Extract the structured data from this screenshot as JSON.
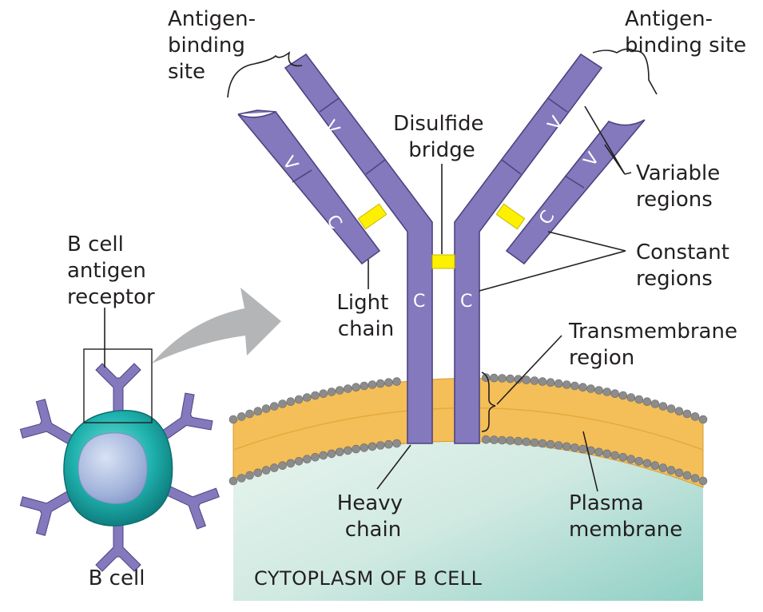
{
  "labels": {
    "antigen_binding_site_left": [
      "Antigen-",
      "binding",
      "site"
    ],
    "antigen_binding_site_right": [
      "Antigen-",
      "binding site"
    ],
    "disulfide_bridge": [
      "Disulfide",
      "bridge"
    ],
    "variable_regions": [
      "Variable",
      "regions"
    ],
    "constant_regions": [
      "Constant",
      "regions"
    ],
    "light_chain": [
      "Light",
      "chain"
    ],
    "heavy_chain": [
      "Heavy",
      "chain"
    ],
    "transmembrane_region": [
      "Transmembrane",
      "region"
    ],
    "plasma_membrane": [
      "Plasma",
      "membrane"
    ],
    "b_cell_antigen_receptor": [
      "B cell",
      "antigen",
      "receptor"
    ],
    "b_cell": "B cell",
    "cytoplasm": "CYTOPLASM OF B CELL"
  },
  "region_letters": {
    "variable": "V",
    "constant": "C"
  },
  "colors": {
    "chain_fill": "#8479bd",
    "chain_stroke": "#4d4480",
    "disulfide": "#fdf000",
    "membrane_tails": "#f2b84c",
    "membrane_heads": "#8c8c8c",
    "cytoplasm_top": "#e8f4ec",
    "cytoplasm_bottom": "#95d1c8",
    "cell_body": "#1ba9a8",
    "nucleus": "#a9b9dd",
    "arrow": "#b1b3b5"
  }
}
